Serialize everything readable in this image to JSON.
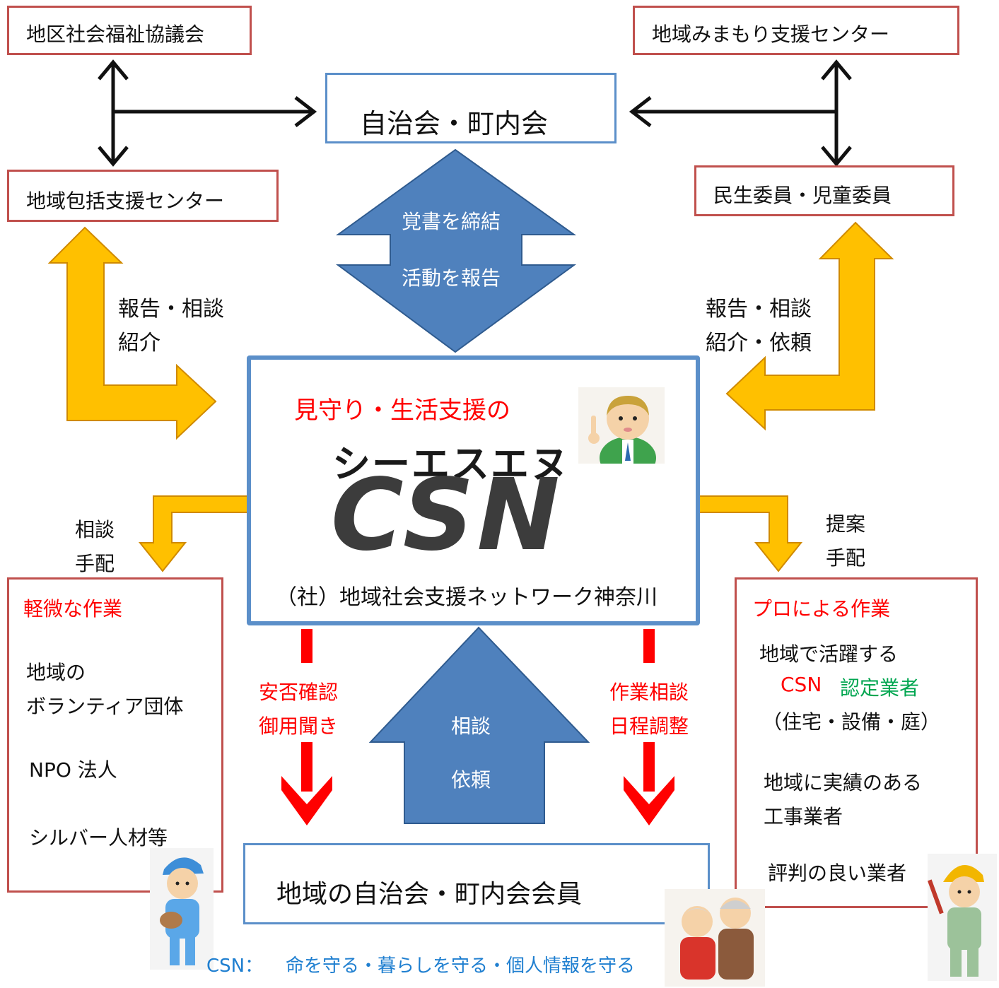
{
  "nodes": {
    "district_welfare": "地区社会福祉協議会",
    "community_center": "地域みまもり支援センター",
    "neighborhood_assoc": "自治会・町内会",
    "comprehensive_center": "地域包括支援センター",
    "welfare_commissioners": "民生委員・児童委員",
    "residents": "地域の自治会・町内会会員"
  },
  "center_arrow_top": {
    "line1": "覚書を締結",
    "line2": "活動を報告"
  },
  "left_side_labels": {
    "line1": "報告・相談",
    "line2": "紹介"
  },
  "right_side_labels": {
    "line1": "報告・相談",
    "line2": "紹介・依頼"
  },
  "csn_box": {
    "tagline": "見守り・生活支援の",
    "kana": "シーエスエヌ",
    "logo": "CSN",
    "org_name": "（社）地域社会支援ネットワーク神奈川"
  },
  "left_small_arrow_labels": {
    "line1": "相談",
    "line2": "手配"
  },
  "right_small_arrow_labels": {
    "line1": "提案",
    "line2": "手配"
  },
  "light_work": {
    "heading": "軽微な作業",
    "item1_line1": "地域の",
    "item1_line2": "ボランティア団体",
    "item2": "NPO 法人",
    "item3": "シルバー人材等"
  },
  "pro_work": {
    "heading": "プロによる作業",
    "item1_line1": "地域で活躍する",
    "item1_csn": "CSN",
    "item1_certified": "認定業者",
    "item1_line3": "（住宅・設備・庭）",
    "item2_line1": "地域に実績のある",
    "item2_line2": "工事業者",
    "item3": "評判の良い業者"
  },
  "down_left_labels": {
    "line1": "安否確認",
    "line2": "御用聞き"
  },
  "down_right_labels": {
    "line1": "作業相談",
    "line2": "日程調整"
  },
  "up_arrow_labels": {
    "line1": "相談",
    "line2": "依頼"
  },
  "footer": {
    "prefix": "CSN：",
    "text": "命を守る・暮らしを守る・個人情報を守る"
  },
  "colors": {
    "red_border": "#c0504d",
    "blue_border": "#5b8fc9",
    "arrow_blue": "#4f81bd",
    "arrow_yellow": "#ffc000",
    "arrow_red": "#ff0000"
  }
}
